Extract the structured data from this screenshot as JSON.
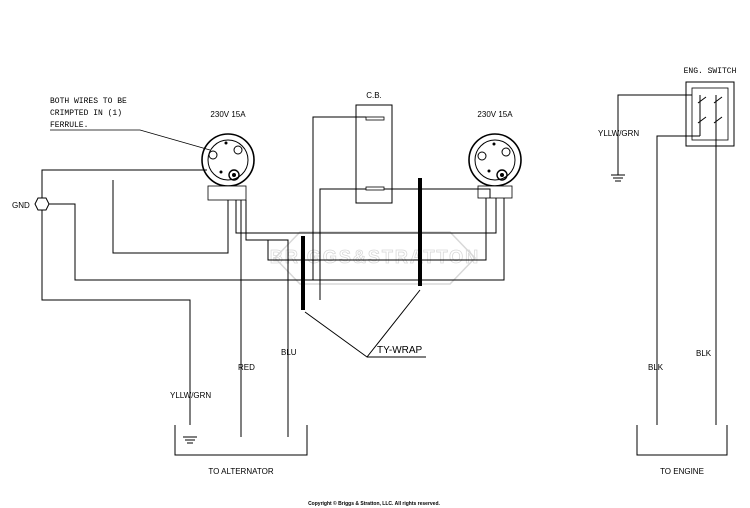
{
  "labels": {
    "note_line1": "BOTH WIRES TO BE",
    "note_line2": "CRIMPTED IN (1)",
    "note_line3": "FERRULE.",
    "receptacle_left": "230V 15A",
    "receptacle_right": "230V 15A",
    "breaker": "C.B.",
    "gnd": "GND",
    "yllw_grn_left": "YLLW/GRN",
    "red": "RED",
    "blu": "BLU",
    "ty_wrap": "TY-WRAP",
    "to_alternator": "TO ALTERNATOR",
    "eng_switch": "ENG. SWITCH",
    "yllw_grn_right": "YLLW/GRN",
    "blk_left": "BLK",
    "blk_right": "BLK",
    "to_engine": "TO ENGINE",
    "copyright": "Copyright © Briggs & Stratton, LLC. All rights reserved.",
    "watermark": "BRIGGS&STRATTON"
  }
}
